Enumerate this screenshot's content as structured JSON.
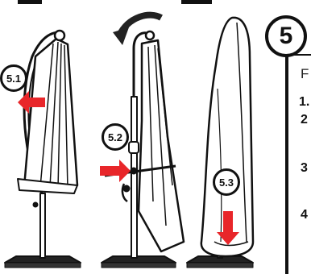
{
  "step": {
    "number": "5"
  },
  "panels": [
    {
      "label": "5.1"
    },
    {
      "label": "5.2"
    },
    {
      "label": "5.3"
    }
  ],
  "side_text": {
    "intro": "F",
    "items": [
      "1.",
      "2",
      "3",
      "4"
    ]
  },
  "colors": {
    "arrow": "#e8262a",
    "ink": "#111111",
    "curve_arrow": "#222222"
  }
}
